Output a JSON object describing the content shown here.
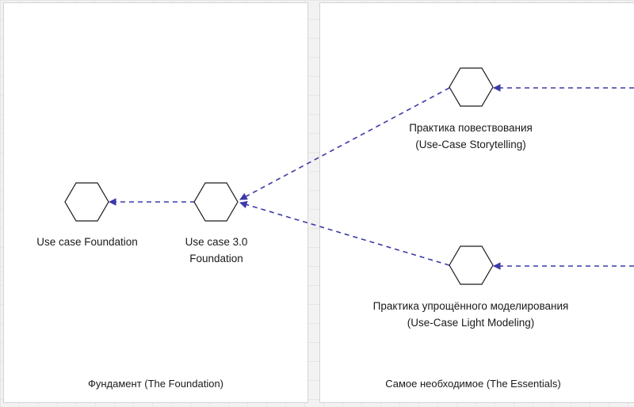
{
  "containers": [
    {
      "id": "foundation",
      "title": "Фундамент (The Foundation)"
    },
    {
      "id": "essentials",
      "title": "Самое необходимое (The Essentials)"
    }
  ],
  "nodes": [
    {
      "id": "uc-foundation",
      "label": [
        "Use case Foundation"
      ]
    },
    {
      "id": "uc-3-foundation",
      "label": [
        "Use case 3.0",
        "Foundation"
      ]
    },
    {
      "id": "storytelling",
      "label": [
        "Практика повествования",
        "(Use-Case Storytelling)"
      ]
    },
    {
      "id": "light-modeling",
      "label": [
        "Практика упрощённого моделирования",
        "(Use-Case Light Modeling)"
      ]
    }
  ],
  "edges": [
    {
      "from": "uc-3-foundation",
      "to": "uc-foundation",
      "style": "dashed"
    },
    {
      "from": "storytelling",
      "to": "uc-3-foundation",
      "style": "dashed"
    },
    {
      "from": "light-modeling",
      "to": "uc-3-foundation",
      "style": "dashed"
    },
    {
      "from": "offscreen-right",
      "to": "storytelling",
      "style": "dashed"
    },
    {
      "from": "offscreen-right",
      "to": "light-modeling",
      "style": "dashed"
    }
  ],
  "colors": {
    "edge": "#3a3aa8",
    "node_stroke": "#1a1a1a",
    "node_fill": "#ffffff"
  }
}
